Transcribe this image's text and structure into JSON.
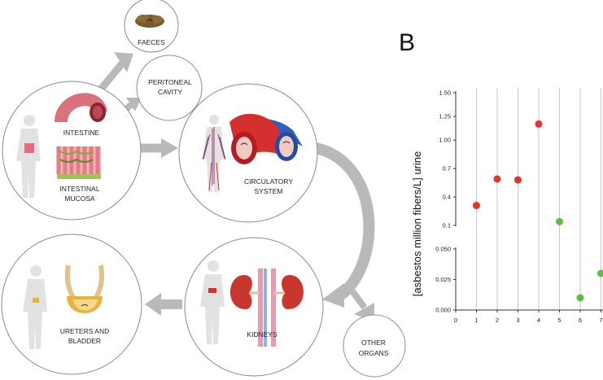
{
  "diagram": {
    "nodes": {
      "faeces": "FAECES",
      "peritoneal": [
        "PERITONEAL",
        "CAVITY"
      ],
      "intestine": "INTESTINE",
      "intestinal_mucosa": [
        "INTESTINAL",
        "MUCOSA"
      ],
      "circulatory": [
        "CIRCULATORY",
        "SYSTEM"
      ],
      "kidneys": "KIDNEYS",
      "ureters": [
        "URETERS AND",
        "BLADDER"
      ],
      "other_organs": [
        "OTHER",
        "ORGANS"
      ]
    },
    "colors": {
      "arrow": "#b9b9b9",
      "circle_stroke": "#8a8a8a",
      "body": "#e2e2e2",
      "artery": "#d62f2f",
      "vein": "#2f5fb8"
    }
  },
  "panel_label": "B",
  "chart_data": {
    "type": "scatter",
    "ylabel": "[asbestos million fibers/L] urine",
    "x_ticks": [
      "0",
      "1",
      "2",
      "3",
      "4",
      "5",
      "6",
      "7"
    ],
    "upper_y_ticks": [
      "0.1",
      "0.4",
      "0.7",
      "1.00",
      "1.25",
      "1.50"
    ],
    "lower_y_ticks": [
      "0.000",
      "0.025",
      "0.050"
    ],
    "broken_y_axis": true,
    "vertical_gridlines": true,
    "points": [
      {
        "x": 1,
        "y": 0.31,
        "color": "#e8322b"
      },
      {
        "x": 2,
        "y": 0.59,
        "color": "#e8322b"
      },
      {
        "x": 3,
        "y": 0.58,
        "color": "#e8322b"
      },
      {
        "x": 4,
        "y": 1.17,
        "color": "#e8322b"
      },
      {
        "x": 5,
        "y": 0.14,
        "color": "#5cbd44"
      },
      {
        "x": 6,
        "y": 0.01,
        "color": "#5cbd44"
      },
      {
        "x": 7,
        "y": 0.03,
        "color": "#5cbd44"
      }
    ]
  }
}
